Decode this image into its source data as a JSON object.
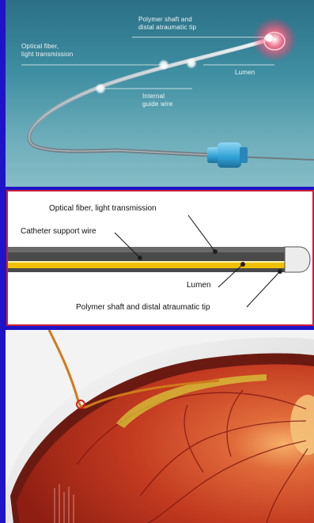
{
  "top_panel": {
    "labels": {
      "polymer_shaft": "Polymer shaft and\ndistal atraumatic tip",
      "optical_fiber": "Optical fiber,\nlight transmission",
      "lumen": "Lumen",
      "guide_wire": "Internal\nguide wire"
    }
  },
  "middle_panel": {
    "labels": {
      "optical_fiber": "Optical fiber, light transmission",
      "support_wire": "Catheter support wire",
      "lumen": "Lumen",
      "polymer_shaft": "Polymer shaft and distal atraumatic tip"
    },
    "colors": {
      "shaft": "#4a4a4a",
      "lumen": "#f0c000",
      "border": "#c81e3c"
    }
  },
  "bottom_panel": {
    "colors": {
      "retina": "#c43a1e",
      "catheter": "#d07a1a",
      "sclera": "#e9e9e9"
    }
  }
}
